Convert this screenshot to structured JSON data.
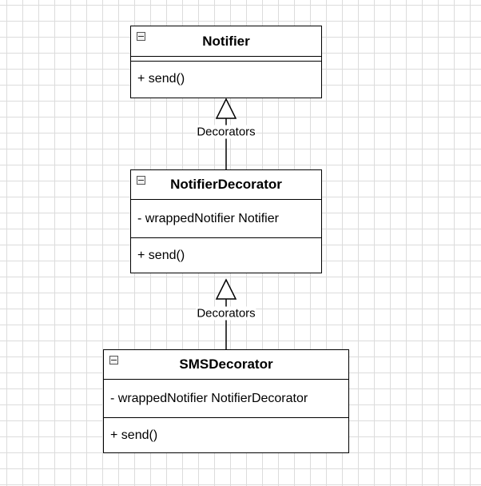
{
  "classes": [
    {
      "name": "Notifier",
      "attributes": [],
      "operations": [
        "+ send()"
      ]
    },
    {
      "name": "NotifierDecorator",
      "attributes": [
        "- wrappedNotifier Notifier"
      ],
      "operations": [
        "+ send()"
      ]
    },
    {
      "name": "SMSDecorator",
      "attributes": [
        "- wrappedNotifier NotifierDecorator"
      ],
      "operations": [
        "+ send()"
      ]
    }
  ],
  "relations": [
    {
      "from": "NotifierDecorator",
      "to": "Notifier",
      "type": "generalization",
      "label": "Decorators"
    },
    {
      "from": "SMSDecorator",
      "to": "NotifierDecorator",
      "type": "generalization",
      "label": "Decorators"
    }
  ]
}
